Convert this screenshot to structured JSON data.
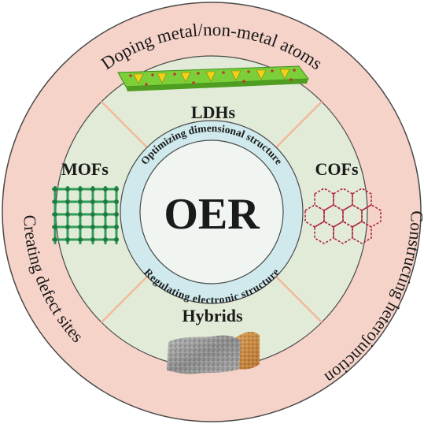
{
  "center": {
    "label": "OER"
  },
  "inner_ring": {
    "top_text": "Optimizing dimensional structure",
    "bottom_text": "Regulating electronic structure"
  },
  "outer_ring": {
    "top_text": "Doping metal/non-metal atoms",
    "left_text": "Creating defect sites",
    "right_text": "Constructing heterojunction"
  },
  "quadrants": {
    "top": "LDHs",
    "left": "MOFs",
    "right": "COFs",
    "bottom": "Hybrids"
  },
  "colors": {
    "outer_ring": "#f6d3c9",
    "middle_disc": "#e2ebd7",
    "inner_ring": "#cfe9ec",
    "center_disc": "#f0f5f2",
    "divider": "#f2b89a",
    "outline": "#4a4a4a"
  },
  "icons": {
    "ldh": "ldh-layer-structure",
    "mof": "mof-lattice",
    "cof": "cof-hexagonal-network",
    "hybrid": "hybrid-material-sheets"
  }
}
